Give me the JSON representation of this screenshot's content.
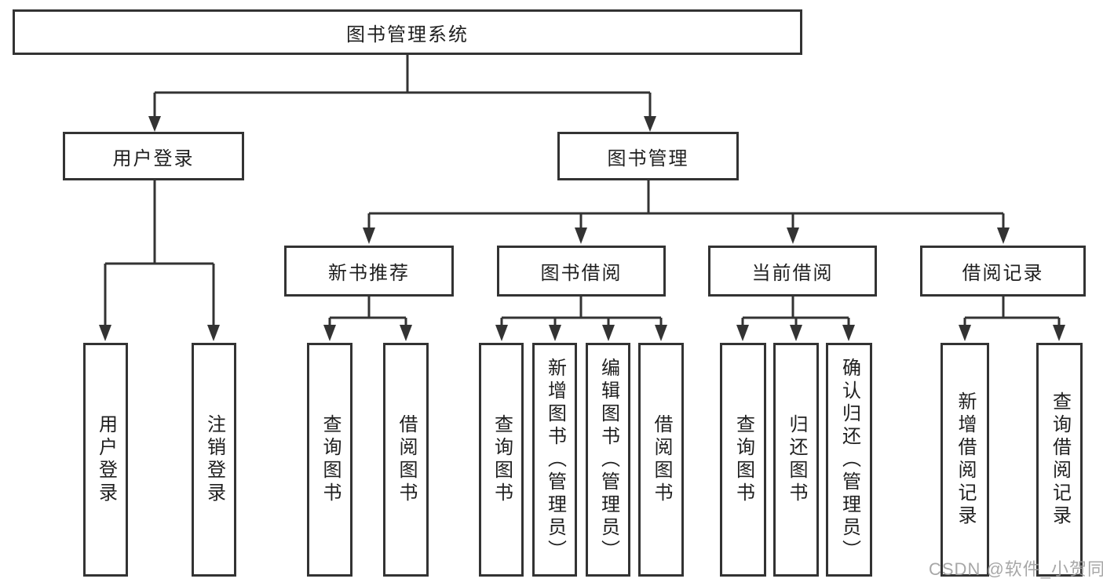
{
  "diagram": {
    "root": "图书管理系统",
    "branches": [
      {
        "label": "用户登录",
        "children": [
          {
            "label": "用户登录"
          },
          {
            "label": "注销登录"
          }
        ]
      },
      {
        "label": "图书管理",
        "children": [
          {
            "label": "新书推荐",
            "children": [
              {
                "label": "查询图书"
              },
              {
                "label": "借阅图书"
              }
            ]
          },
          {
            "label": "图书借阅",
            "children": [
              {
                "label": "查询图书"
              },
              {
                "label": "新增图书（管理员）"
              },
              {
                "label": "编辑图书（管理员）"
              },
              {
                "label": "借阅图书"
              }
            ]
          },
          {
            "label": "当前借阅",
            "children": [
              {
                "label": "查询图书"
              },
              {
                "label": "归还图书"
              },
              {
                "label": "确认归还（管理员）"
              }
            ]
          },
          {
            "label": "借阅记录",
            "children": [
              {
                "label": "新增借阅记录"
              },
              {
                "label": "查询借阅记录"
              }
            ]
          }
        ]
      }
    ]
  },
  "colors": {
    "line": "#333333",
    "text": "#1f1f1f",
    "background": "#ffffff",
    "watermark": "#9e9e9e"
  },
  "watermark": "CSDN @软件_小贺同学"
}
